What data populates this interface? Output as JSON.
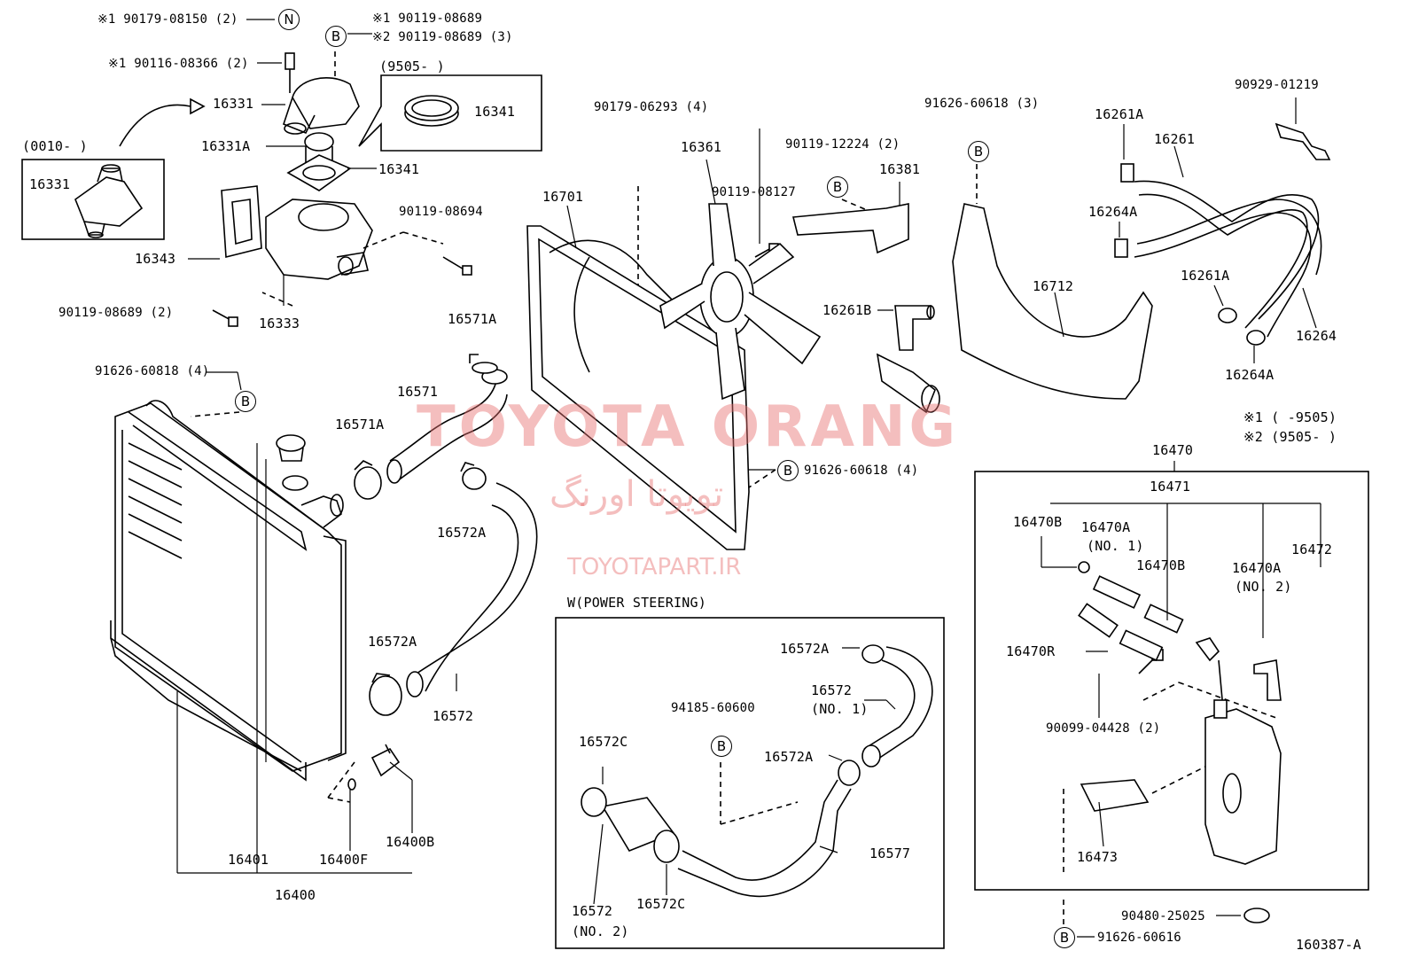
{
  "watermark": {
    "en": "TOYOTA ORANG",
    "fa": "تویوتا اورنگ",
    "url": "TOYOTAPART.IR"
  },
  "figure_id": "160387-A",
  "legend": {
    "k1": "※1 (      -9505)",
    "k2": "※2 (9505-      )"
  },
  "insets": {
    "date_0010": "(0010-      )",
    "date_9505": "(9505-       )",
    "power_steering": "W(POWER STEERING)"
  },
  "circles": {
    "n": "N",
    "b": "B"
  },
  "labels": {
    "l01": "※1 90179-08150 (2)",
    "l02": "※1 90119-08689",
    "l03": "※2 90119-08689 (3)",
    "l04": "※1 90116-08366 (2)",
    "l05": "16331",
    "l06": "16341",
    "l07": "16331A",
    "l08": "16341",
    "l09": "16331",
    "l10": "16343",
    "l11": "90119-08694",
    "l12": "90119-08689 (2)",
    "l13": "16333",
    "l14": "91626-60818 (4)",
    "l15": "16571A",
    "l16": "16571",
    "l17": "16571A",
    "l18": "16572A",
    "l19": "16572A",
    "l20": "16572",
    "l21": "16401",
    "l22": "16400F",
    "l23": "16400B",
    "l24": "16400",
    "l25": "90179-06293 (4)",
    "l26": "16361",
    "l27": "16701",
    "l28": "90119-08127",
    "l29": "90119-12224 (2)",
    "l30": "16381",
    "l31": "16261B",
    "l32": "91626-60618 (4)",
    "l33": "91626-60618 (3)",
    "l34": "16712",
    "l35": "90929-01219",
    "l36": "16261A",
    "l37": "16261",
    "l38": "16264A",
    "l39": "16261A",
    "l40": "16264",
    "l41": "16264A",
    "l42": "16470",
    "l43": "16471",
    "l44": "16470B",
    "l45": "16470A",
    "l46": "(NO. 1)",
    "l47": "16472",
    "l48": "16470B",
    "l49": "16470A",
    "l50": "(NO. 2)",
    "l51": "16470R",
    "l52": "90099-04428 (2)",
    "l53": "16473",
    "l54": "90480-25025",
    "l55": "91626-60616",
    "l56": "16572A",
    "l57": "16572",
    "l58": "(NO. 1)",
    "l59": "94185-60600",
    "l60": "16572C",
    "l61": "16572A",
    "l62": "16577",
    "l63": "16572",
    "l64": "(NO. 2)",
    "l65": "16572C"
  }
}
